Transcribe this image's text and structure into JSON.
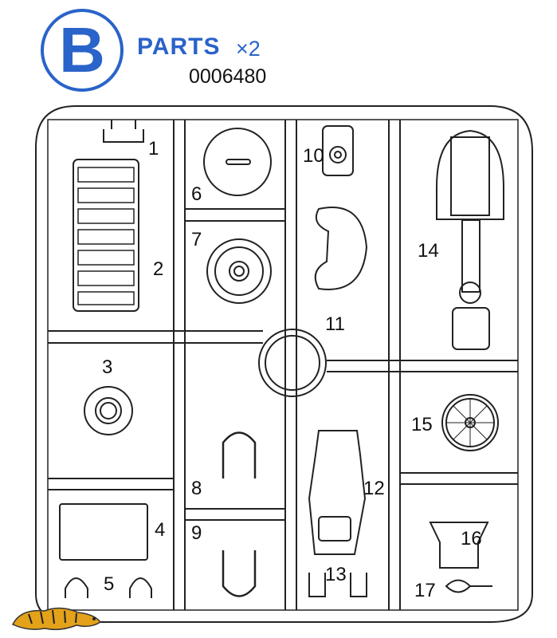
{
  "header": {
    "letter": "B",
    "title": "PARTS",
    "multiplier": "×2",
    "part_code": "0006480"
  },
  "colors": {
    "accent": "#2a63c9",
    "line": "#222222"
  },
  "part_numbers": [
    "1",
    "2",
    "3",
    "4",
    "5",
    "6",
    "7",
    "8",
    "9",
    "10",
    "11",
    "12",
    "13",
    "14",
    "15",
    "16",
    "17"
  ]
}
